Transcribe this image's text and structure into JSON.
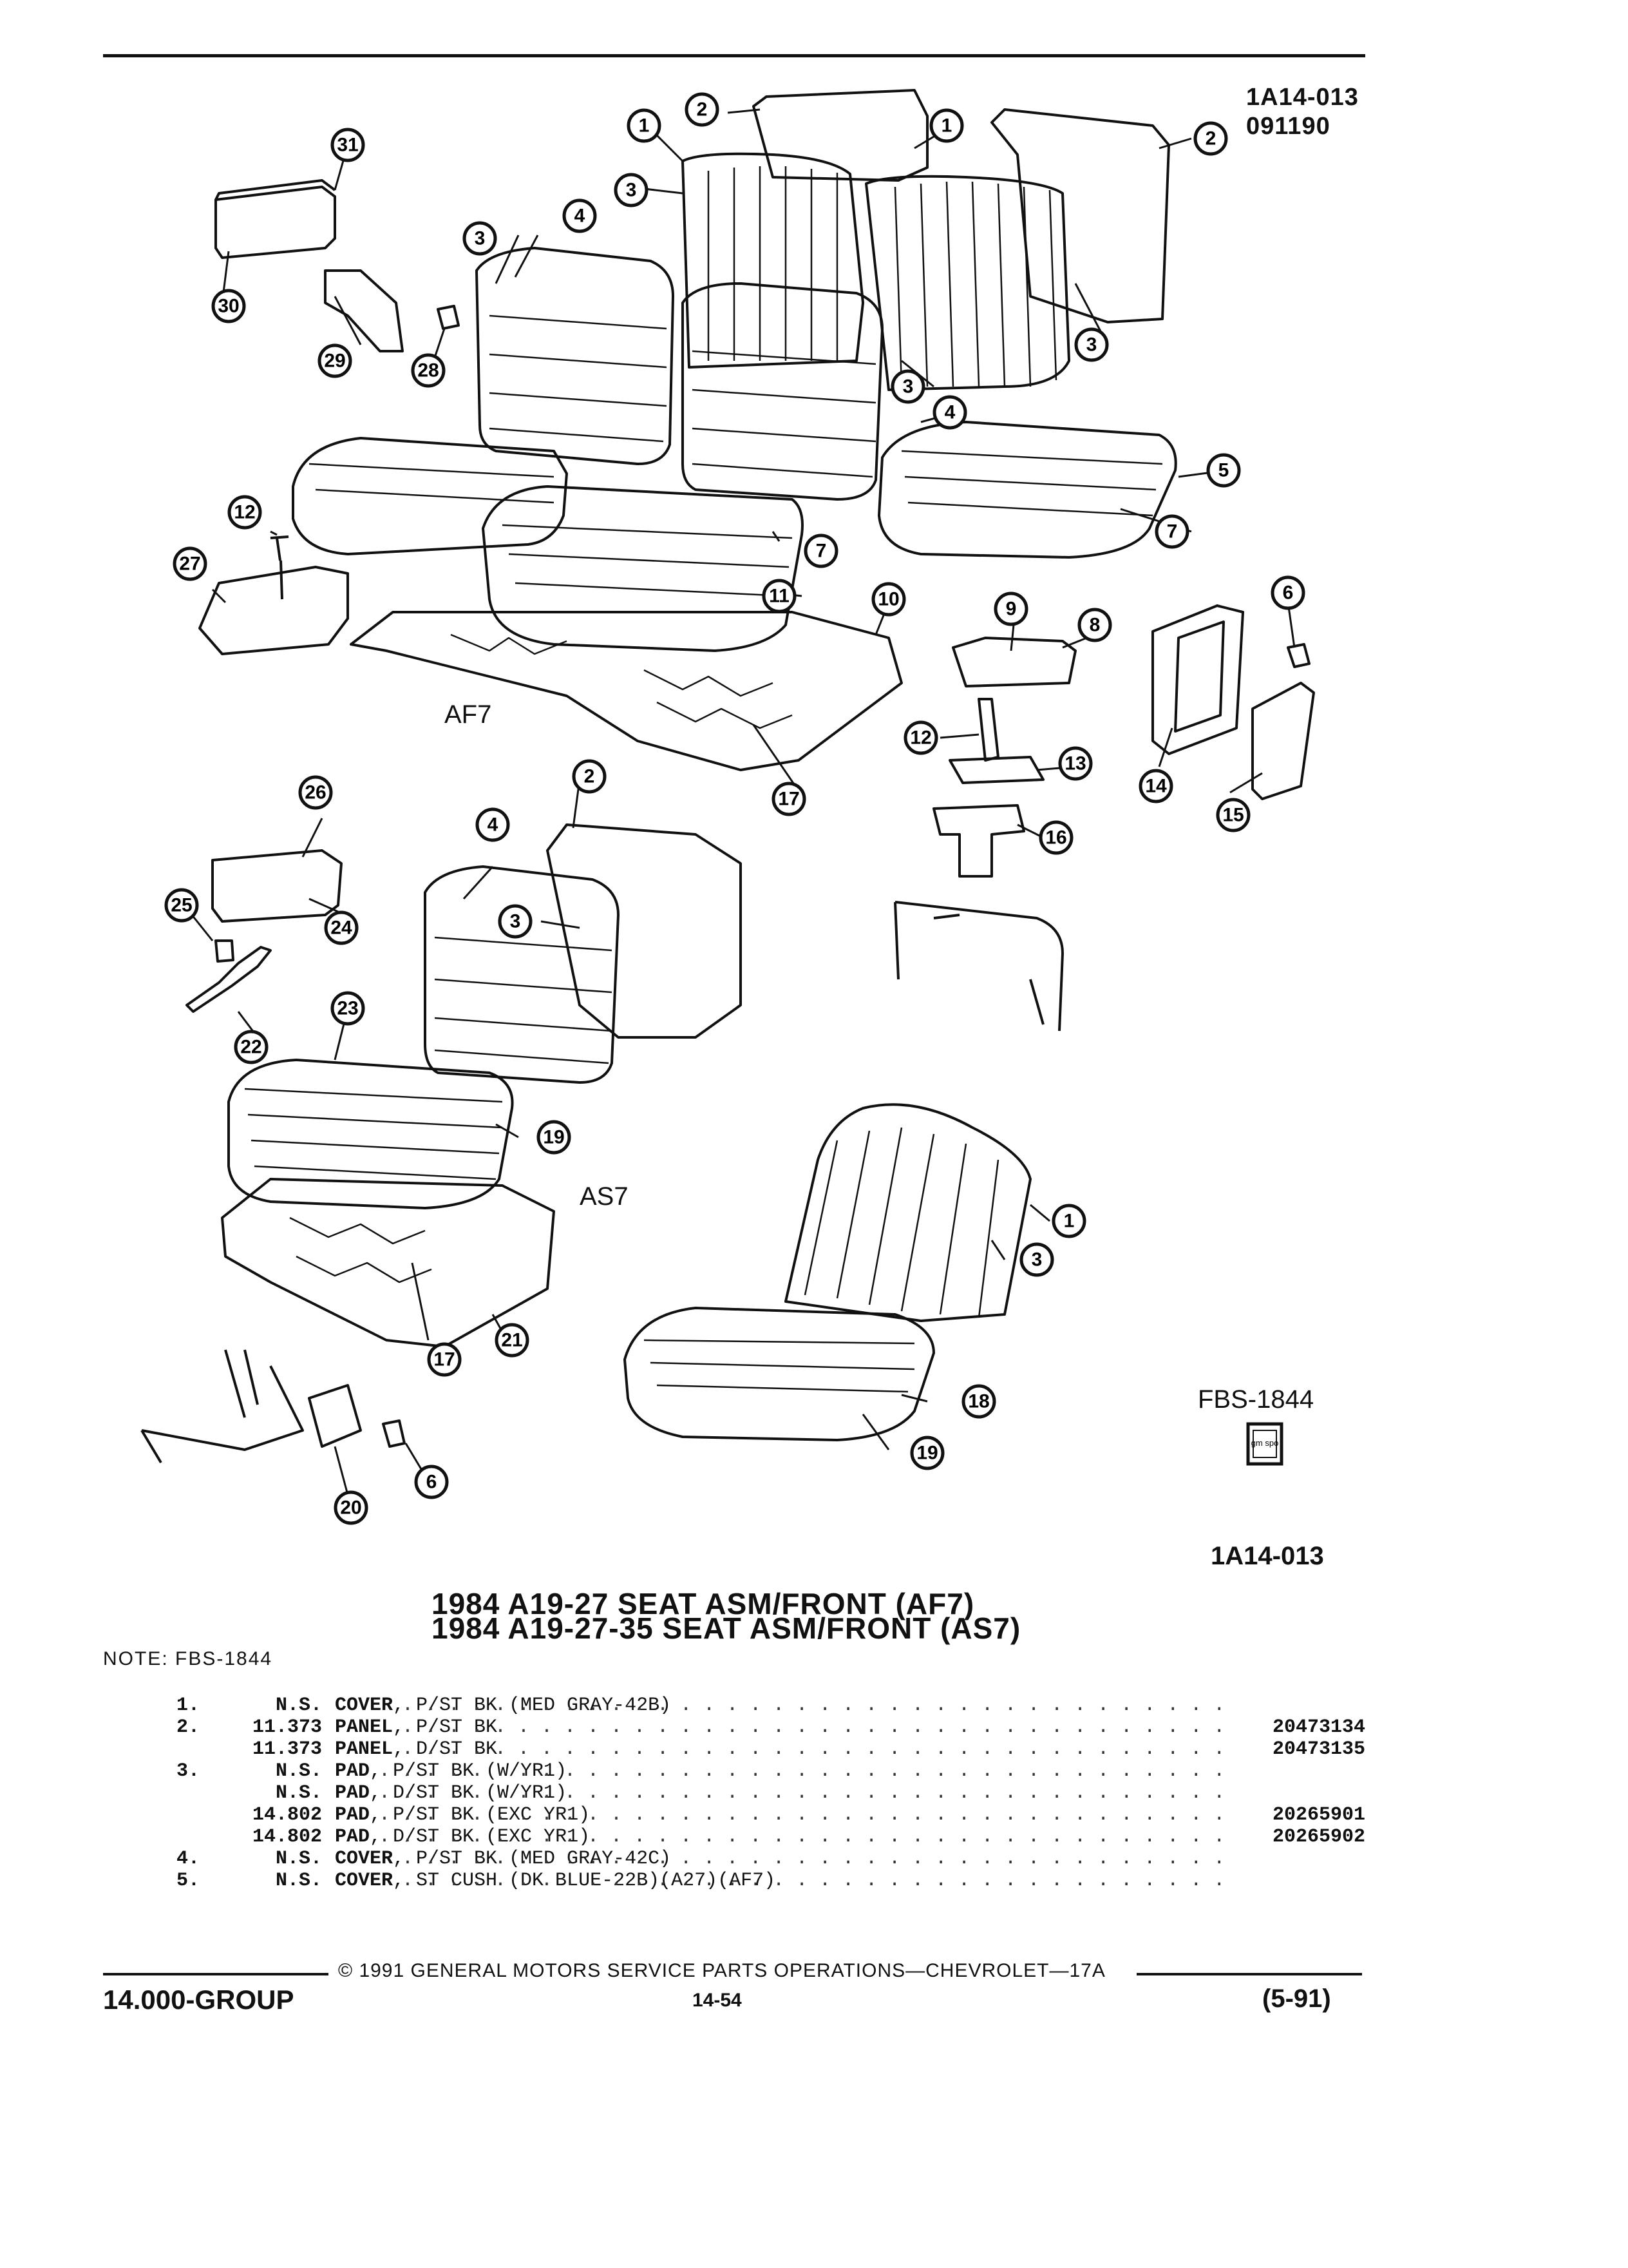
{
  "header": {
    "code": "1A14-013",
    "date_code": "091190"
  },
  "diagram": {
    "labels": {
      "af7": "AF7",
      "as7": "AS7",
      "fbs": "FBS-1844",
      "logo": "gm spo",
      "bottom_code": "1A14-013"
    },
    "callouts": [
      "1",
      "1",
      "1",
      "2",
      "2",
      "2",
      "3",
      "3",
      "3",
      "3",
      "3",
      "3",
      "3",
      "4",
      "4",
      "4",
      "5",
      "6",
      "6",
      "7",
      "7",
      "8",
      "9",
      "10",
      "11",
      "12",
      "12",
      "13",
      "14",
      "15",
      "16",
      "17",
      "17",
      "18",
      "19",
      "19",
      "20",
      "21",
      "22",
      "23",
      "24",
      "25",
      "26",
      "27",
      "28",
      "29",
      "30",
      "31"
    ]
  },
  "titles": {
    "line1": "1984 A19-27 SEAT ASM/FRONT (AF7)",
    "line2": "1984 A19-27-35 SEAT ASM/FRONT (AS7)"
  },
  "note": "NOTE:  FBS-1844",
  "parts": [
    {
      "no": "1.",
      "grp": "N.S.",
      "name": "COVER",
      "desc": " , P/ST BK (MED GRAY-42B)",
      "pn": ""
    },
    {
      "no": "2.",
      "grp": "11.373",
      "name": "PANEL",
      "desc": " , P/ST BK",
      "pn": "20473134"
    },
    {
      "no": "",
      "grp": "11.373",
      "name": "PANEL",
      "desc": " , D/ST BK",
      "pn": "20473135"
    },
    {
      "no": "3.",
      "grp": "N.S.",
      "name": "PAD",
      "desc": " , P/ST BK (W/YR1)",
      "pn": ""
    },
    {
      "no": "",
      "grp": "N.S.",
      "name": "PAD",
      "desc": " , D/ST BK (W/YR1)",
      "pn": ""
    },
    {
      "no": "",
      "grp": "14.802",
      "name": "PAD",
      "desc": " , P/ST BK (EXC YR1)",
      "pn": "20265901"
    },
    {
      "no": "",
      "grp": "14.802",
      "name": "PAD",
      "desc": " , D/ST BK (EXC YR1)",
      "pn": "20265902"
    },
    {
      "no": "4.",
      "grp": "N.S.",
      "name": "COVER",
      "desc": " , P/ST BK (MED GRAY-42C)",
      "pn": ""
    },
    {
      "no": "5.",
      "grp": "N.S.",
      "name": "COVER",
      "desc": " , ST CUSH (DK BLUE-22B)(A27)(AF7)",
      "pn": ""
    }
  ],
  "footer": {
    "copyright": "©  1991  GENERAL MOTORS SERVICE PARTS OPERATIONS—CHEVROLET—17A",
    "group": "14.000-GROUP",
    "page": "14-54",
    "date": "(5-91)"
  }
}
